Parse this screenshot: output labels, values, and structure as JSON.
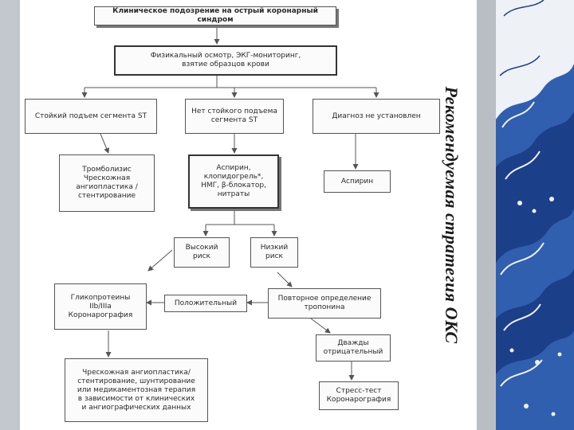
{
  "slide": {
    "title": "Рекомендуемая стратегия ОКС"
  },
  "flowchart": {
    "suspicion": "Клиническое подозрение на острый коронарный синдром",
    "exam": "Физикальный осмотр, ЭКГ-мониторинг,\nвзятие образцов крови",
    "st_elevation": "Стойкий подъем сегмента ST",
    "no_st_elevation": "Нет стойкого подъема\nсегмента ST",
    "not_established": "Диагноз не установлен",
    "thrombolysis": "Тромболизис\nЧрескожная\nангиопластика /\nстентирование",
    "aspirin_combo": "Аспирин,\nклопидогрель*,\nНМГ, β-блокатор,\nнитраты",
    "aspirin": "Аспирин",
    "high_risk": "Высокий\nриск",
    "low_risk": "Низкий\nриск",
    "glycoproteins": "Гликопротеины\nIIb/IIIa\nКоронарография",
    "positive": "Положительный",
    "repeat_troponin": "Повторное определение\nтропонина",
    "twice_negative": "Дважды\nотрицательный",
    "pci_options": "Чрескожная ангиопластика/\nстентирование, шунтирование\nили медикаментозная терапия\nв зависимости от клинических\nи ангиографических данных",
    "stress_test": "Стресс-тест\nКоронарография"
  },
  "colors": {
    "wave_dark": "#1c3f8a",
    "wave_mid": "#2f5fae",
    "wave_foam": "#eef1f6",
    "side_gray": "#b9bec4"
  }
}
